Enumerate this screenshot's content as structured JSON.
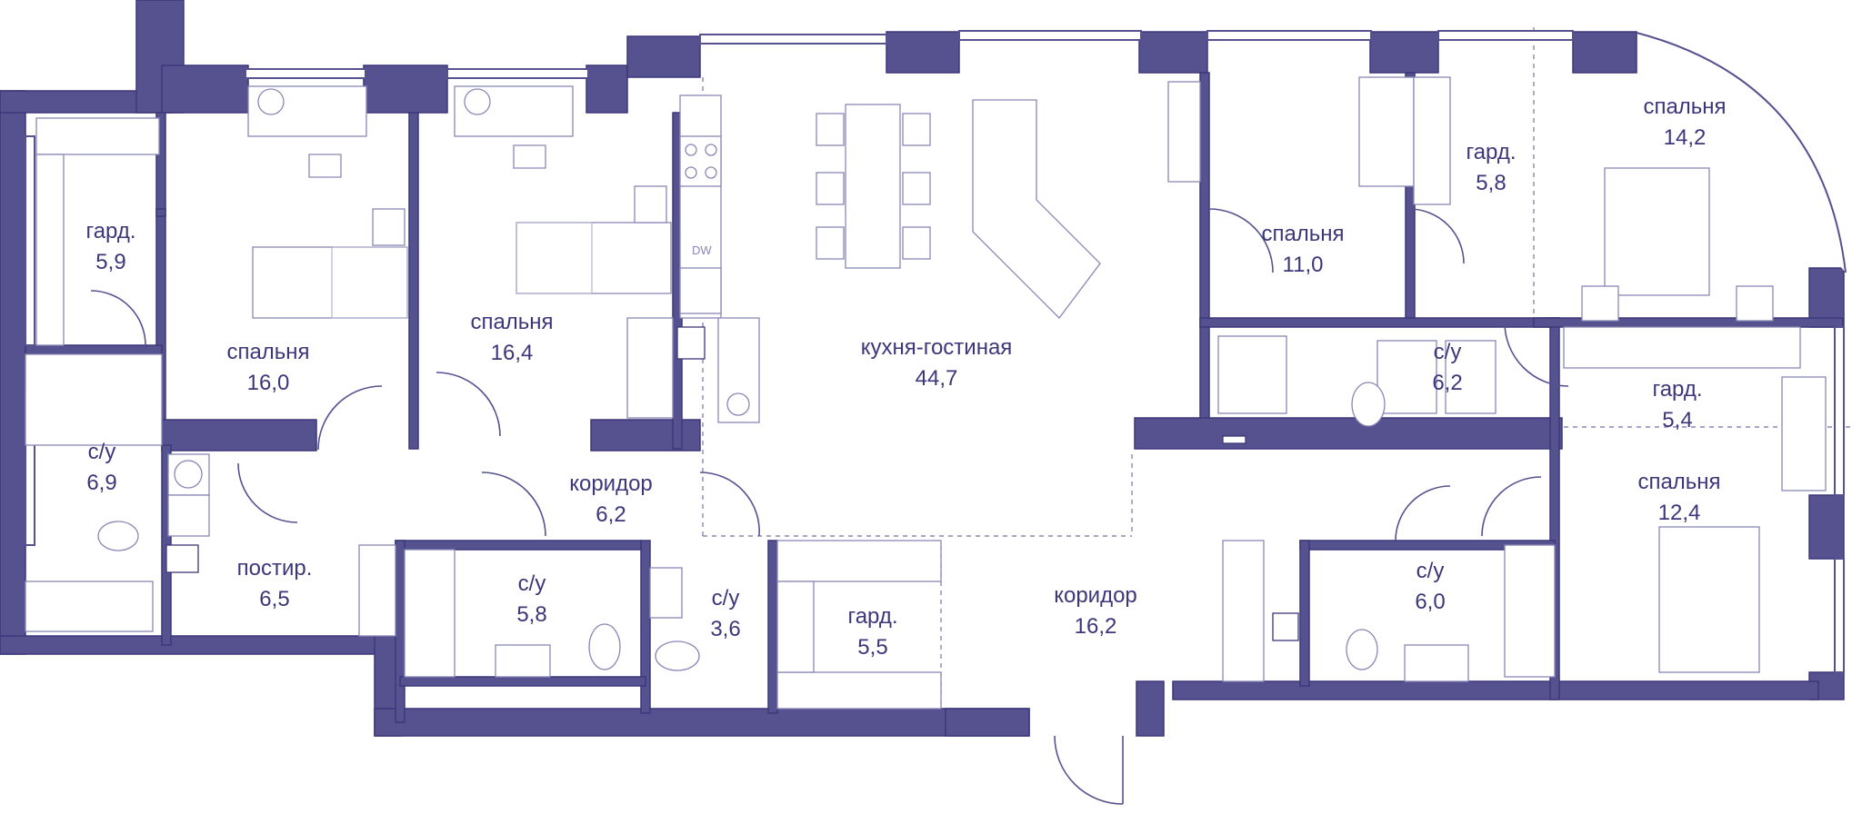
{
  "rooms": [
    {
      "id": "wardrobe-left",
      "name": "гард.",
      "area": "5,9"
    },
    {
      "id": "bedroom-1",
      "name": "спальня",
      "area": "16,0"
    },
    {
      "id": "bedroom-2",
      "name": "спальня",
      "area": "16,4"
    },
    {
      "id": "kitchen-living",
      "name": "кухня-гостиная",
      "area": "44,7"
    },
    {
      "id": "bedroom-3",
      "name": "спальня",
      "area": "11,0"
    },
    {
      "id": "wardrobe-3",
      "name": "гард.",
      "area": "5,8"
    },
    {
      "id": "bedroom-4",
      "name": "спальня",
      "area": "14,2"
    },
    {
      "id": "bathroom-left",
      "name": "с/у",
      "area": "6,9"
    },
    {
      "id": "corridor-1",
      "name": "коридор",
      "area": "6,2"
    },
    {
      "id": "laundry",
      "name": "постир.",
      "area": "6,5"
    },
    {
      "id": "bathroom-2",
      "name": "с/у",
      "area": "5,8"
    },
    {
      "id": "bathroom-3",
      "name": "с/у",
      "area": "3,6"
    },
    {
      "id": "wardrobe-2",
      "name": "гард.",
      "area": "5,5"
    },
    {
      "id": "corridor-2",
      "name": "коридор",
      "area": "16,2"
    },
    {
      "id": "bathroom-4",
      "name": "с/у",
      "area": "6,2"
    },
    {
      "id": "wardrobe-4",
      "name": "гард.",
      "area": "5,4"
    },
    {
      "id": "bedroom-5",
      "name": "спальня",
      "area": "12,4"
    },
    {
      "id": "bathroom-5",
      "name": "с/у",
      "area": "6,0"
    }
  ],
  "appliances": {
    "dishwasher": "DW"
  },
  "colors": {
    "wall": "#56528f",
    "text": "#3b377a",
    "furniture": "#8a87b6"
  }
}
